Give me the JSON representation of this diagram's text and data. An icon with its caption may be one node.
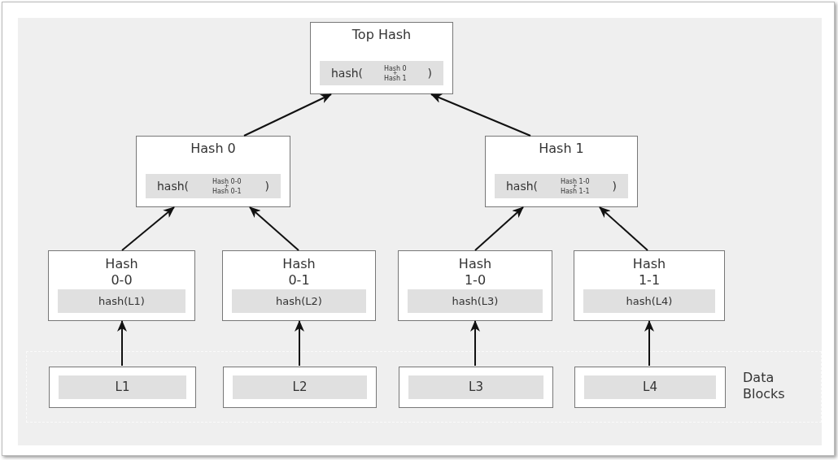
{
  "diagram": {
    "nodes": [
      {
        "text": [
          "Top Hash",
          "hash(",
          "Hash 0",
          "+",
          "Hash 1",
          ")"
        ]
      },
      {
        "text": [
          "Hash 0",
          "hash(",
          "Hash 0-0",
          "+",
          "Hash 0-1",
          ")"
        ]
      },
      {
        "text": [
          "Hash 1",
          "hash(",
          "Hash 1-0",
          "+",
          "Hash 1-1",
          ")"
        ]
      },
      {
        "text": [
          "Hash 0-0",
          "hash(L1)"
        ]
      },
      {
        "text": [
          "Hash 0-1",
          "hash(L2)"
        ]
      },
      {
        "text": [
          "Hash 1-0",
          "hash(L3)"
        ]
      },
      {
        "text": [
          "Hash 1-1",
          "hash(L4)"
        ]
      },
      {
        "text": [
          "Data Blocks"
        ]
      },
      {
        "text": [
          "L1"
        ],
        "in": 7
      },
      {
        "text": [
          "L2"
        ],
        "in": 7
      },
      {
        "text": [
          "L3"
        ],
        "in": 7
      },
      {
        "text": [
          "L4"
        ],
        "in": 7
      }
    ],
    "edges": [
      {
        "from": 1,
        "to": 0,
        "arrow": "to"
      },
      {
        "from": 2,
        "to": 0,
        "arrow": "to"
      },
      {
        "from": 3,
        "to": 1,
        "arrow": "to"
      },
      {
        "from": 4,
        "to": 1,
        "arrow": "to"
      },
      {
        "from": 5,
        "to": 2,
        "arrow": "to"
      },
      {
        "from": 6,
        "to": 2,
        "arrow": "to"
      },
      {
        "from": 8,
        "to": 3,
        "arrow": "to"
      },
      {
        "from": 9,
        "to": 4,
        "arrow": "to"
      },
      {
        "from": 10,
        "to": 5,
        "arrow": "to"
      },
      {
        "from": 11,
        "to": 6,
        "arrow": "to"
      }
    ]
  }
}
